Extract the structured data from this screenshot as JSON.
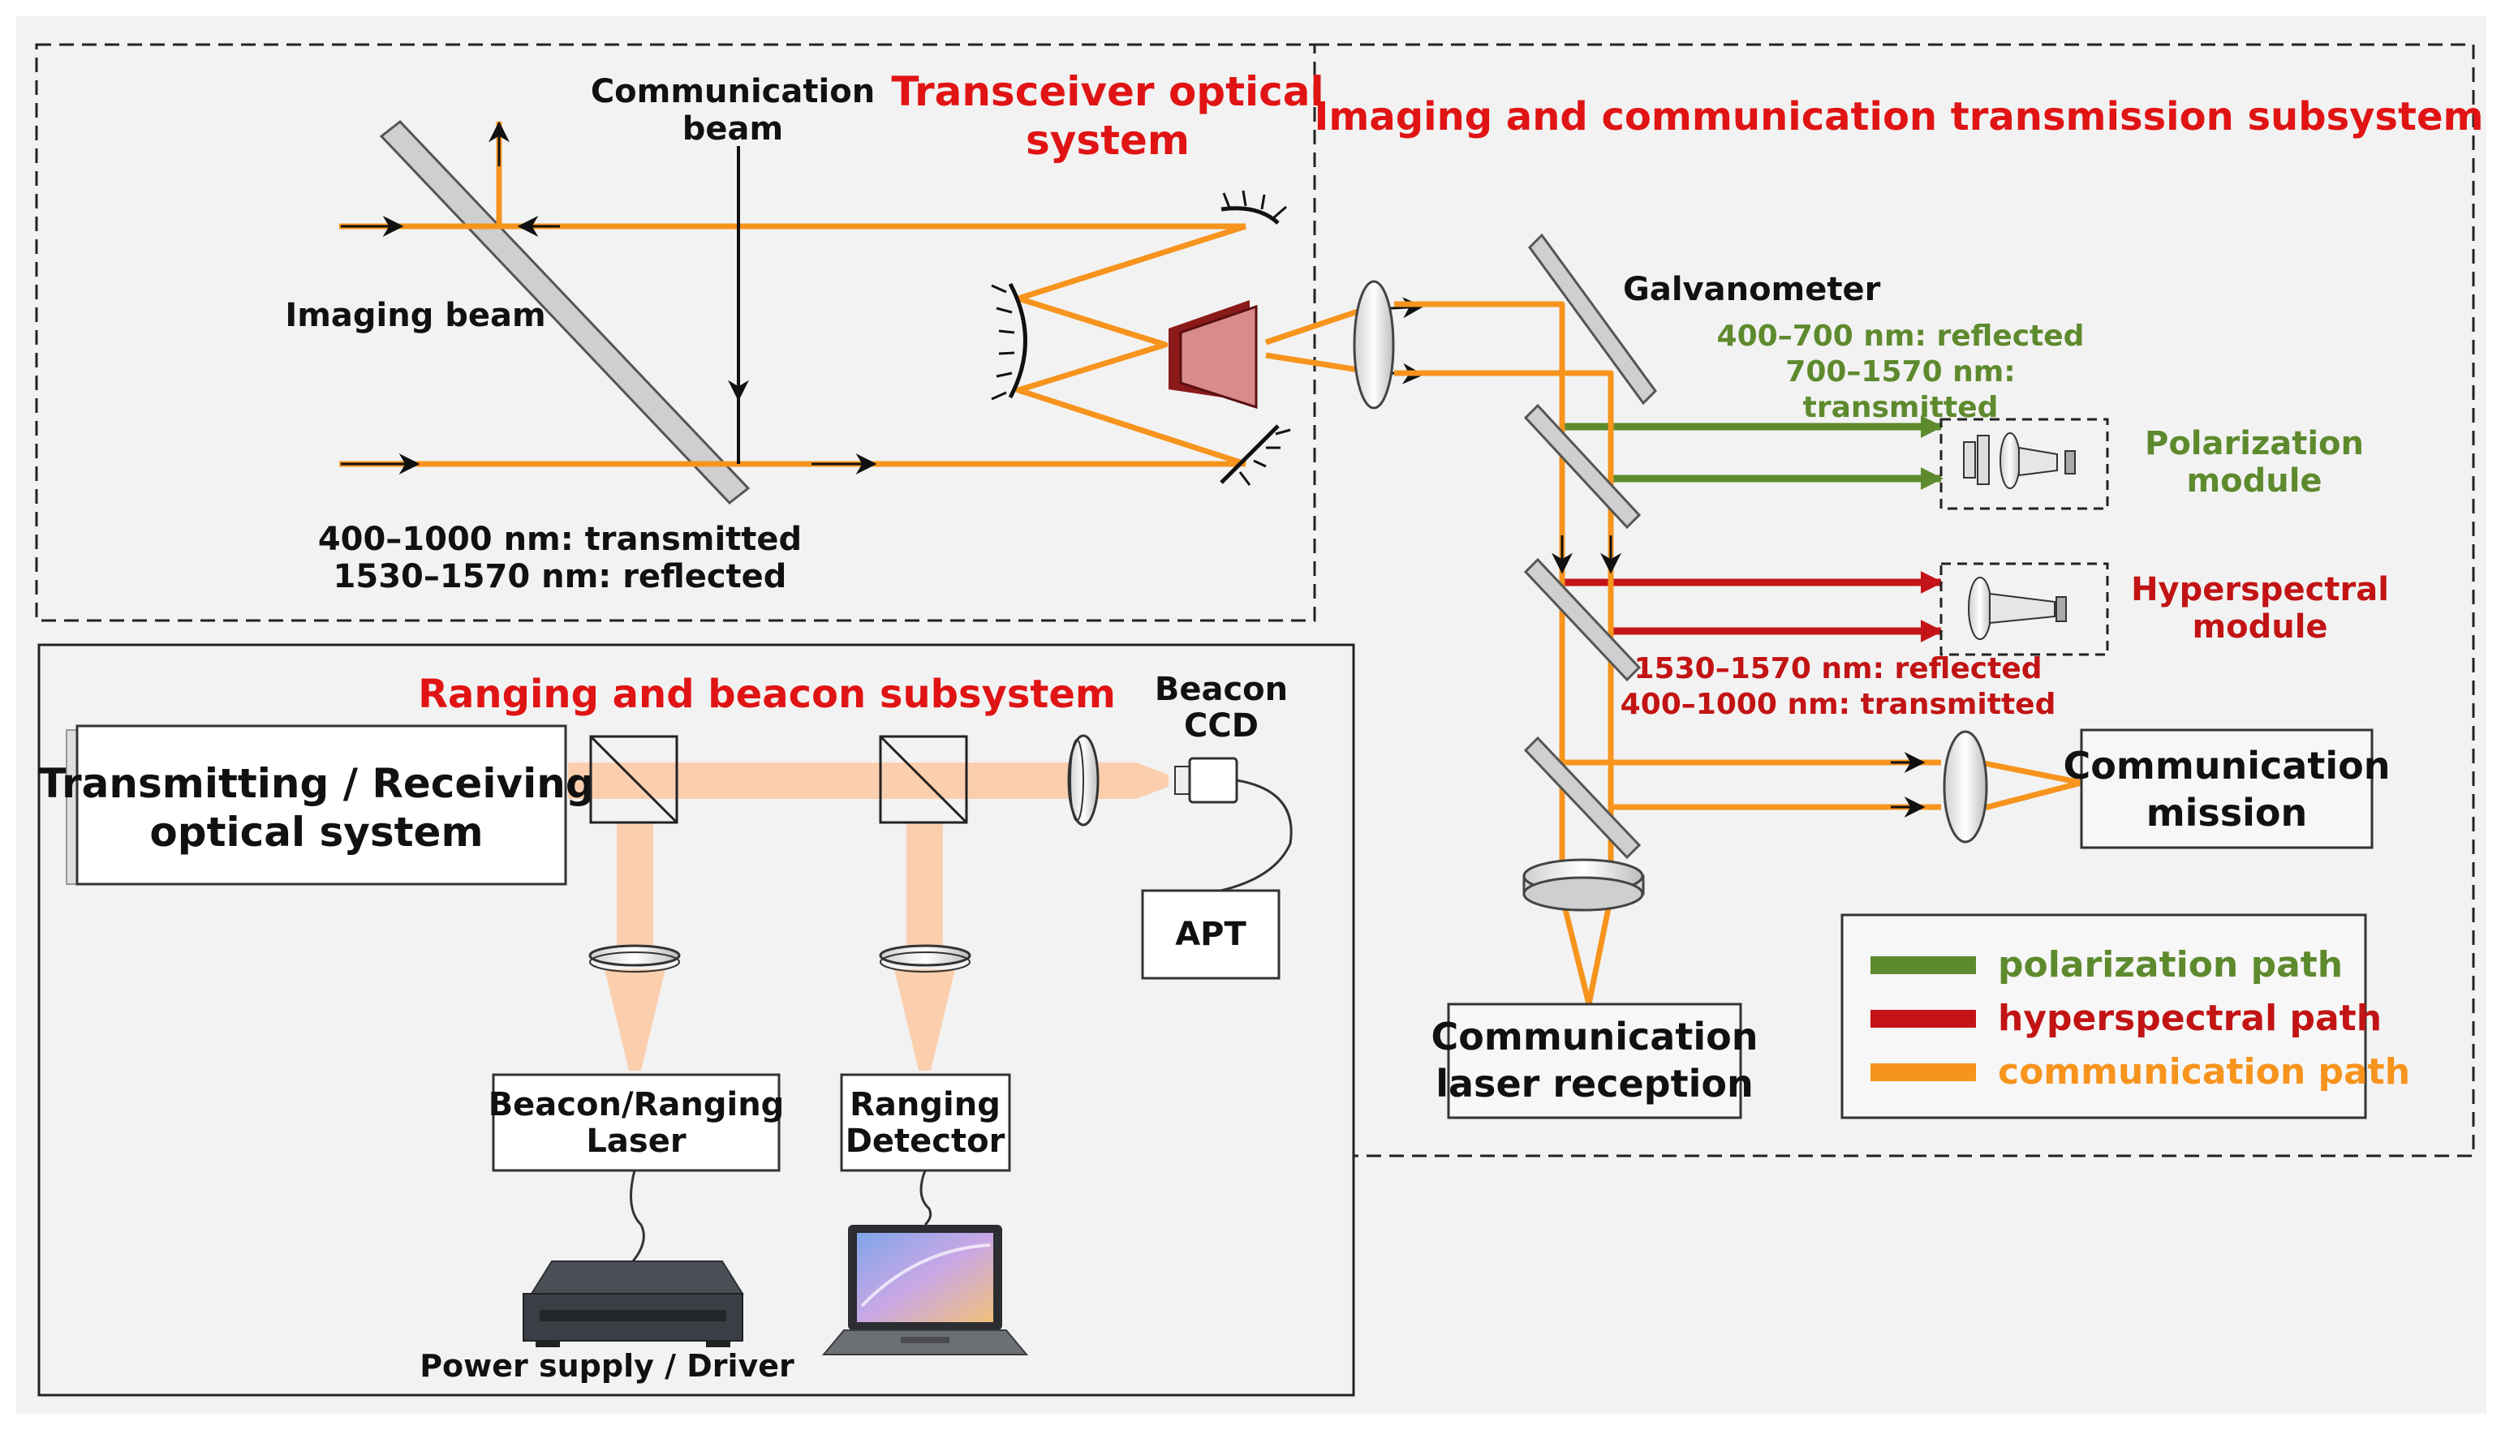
{
  "colors": {
    "polarization": "#5e8a2e",
    "hyperspectral": "#c41418",
    "communication": "#f7941d",
    "beacon_beam": "#fbcfae",
    "subsystem_title": "#e01414",
    "background": "#f2f2f2"
  },
  "transceiver": {
    "title_line1": "Transceiver optical",
    "title_line2": "system",
    "comm_beam_line1": "Communication",
    "comm_beam_line2": "beam",
    "imaging_beam": "Imaging beam",
    "split_line1": "400–1000 nm: transmitted",
    "split_line2": "1530–1570 nm: reflected"
  },
  "imaging_subsystem": {
    "title": "Imaging and communication transmission subsystem",
    "galvanometer": "Galvanometer",
    "green_split_line1": "400–700 nm: reflected",
    "green_split_line2": "700–1570 nm:",
    "green_split_line3": "transmitted",
    "polarization_module_line1": "Polarization",
    "polarization_module_line2": "module",
    "hyperspectral_module_line1": "Hyperspectral",
    "hyperspectral_module_line2": "module",
    "red_split_line1": "1530–1570 nm: reflected",
    "red_split_line2": "400–1000 nm: transmitted",
    "comm_mission_line1": "Communication",
    "comm_mission_line2": "mission",
    "comm_reception_line1": "Communication",
    "comm_reception_line2": "laser reception"
  },
  "legend": {
    "items": [
      {
        "label": "polarization path",
        "color": "#5e8a2e"
      },
      {
        "label": "hyperspectral path",
        "color": "#c41418"
      },
      {
        "label": "communication path",
        "color": "#f7941d"
      }
    ]
  },
  "ranging": {
    "title": "Ranging and beacon subsystem",
    "trx_line1": "Transmitting / Receiving",
    "trx_line2": "optical system",
    "beacon_ccd_line1": "Beacon",
    "beacon_ccd_line2": "CCD",
    "apt": "APT",
    "laser_line1": "Beacon/Ranging",
    "laser_line2": "Laser",
    "detector_line1": "Ranging",
    "detector_line2": "Detector",
    "power_supply": "Power supply / Driver"
  }
}
